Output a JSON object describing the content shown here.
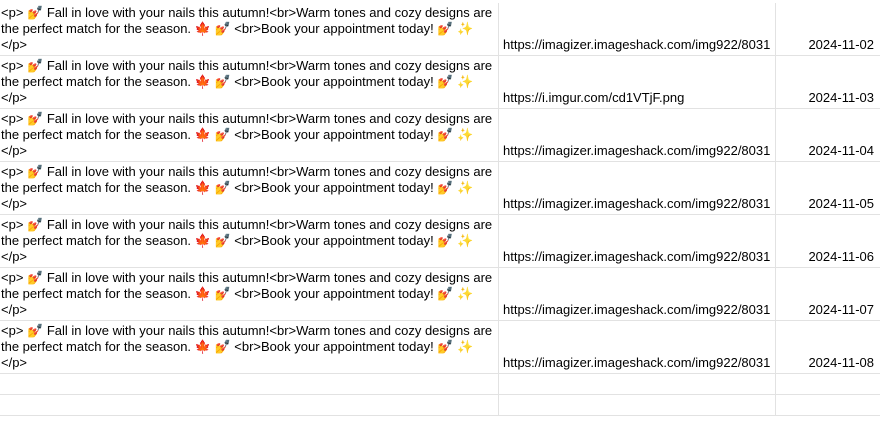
{
  "rows": [
    {
      "text": "<p> 💅 Fall in love with your nails this autumn!<br>Warm tones and cozy designs are the perfect match for the season. 🍁 💅 <br>Book your appointment today! 💅 ✨ </p>",
      "url": "https://imagizer.imageshack.com/img922/8031",
      "date": "2024-11-02"
    },
    {
      "text": "<p> 💅 Fall in love with your nails this autumn!<br>Warm tones and cozy designs are the perfect match for the season. 🍁 💅 <br>Book your appointment today! 💅 ✨ </p>",
      "url": "https://i.imgur.com/cd1VTjF.png",
      "date": "2024-11-03"
    },
    {
      "text": "<p> 💅 Fall in love with your nails this autumn!<br>Warm tones and cozy designs are the perfect match for the season. 🍁 💅 <br>Book your appointment today! 💅 ✨ </p>",
      "url": "https://imagizer.imageshack.com/img922/8031",
      "date": "2024-11-04"
    },
    {
      "text": "<p> 💅 Fall in love with your nails this autumn!<br>Warm tones and cozy designs are the perfect match for the season. 🍁 💅 <br>Book your appointment today! 💅 ✨ </p>",
      "url": "https://imagizer.imageshack.com/img922/8031",
      "date": "2024-11-05"
    },
    {
      "text": "<p> 💅 Fall in love with your nails this autumn!<br>Warm tones and cozy designs are the perfect match for the season. 🍁 💅 <br>Book your appointment today! 💅 ✨ </p>",
      "url": "https://imagizer.imageshack.com/img922/8031",
      "date": "2024-11-06"
    },
    {
      "text": "<p> 💅 Fall in love with your nails this autumn!<br>Warm tones and cozy designs are the perfect match for the season. 🍁 💅 <br>Book your appointment today! 💅 ✨ </p>",
      "url": "https://imagizer.imageshack.com/img922/8031",
      "date": "2024-11-07"
    },
    {
      "text": "<p> 💅 Fall in love with your nails this autumn!<br>Warm tones and cozy designs are the perfect match for the season. 🍁 💅 <br>Book your appointment today! 💅 ✨ </p>",
      "url": "https://imagizer.imageshack.com/img922/8031",
      "date": "2024-11-08"
    }
  ]
}
